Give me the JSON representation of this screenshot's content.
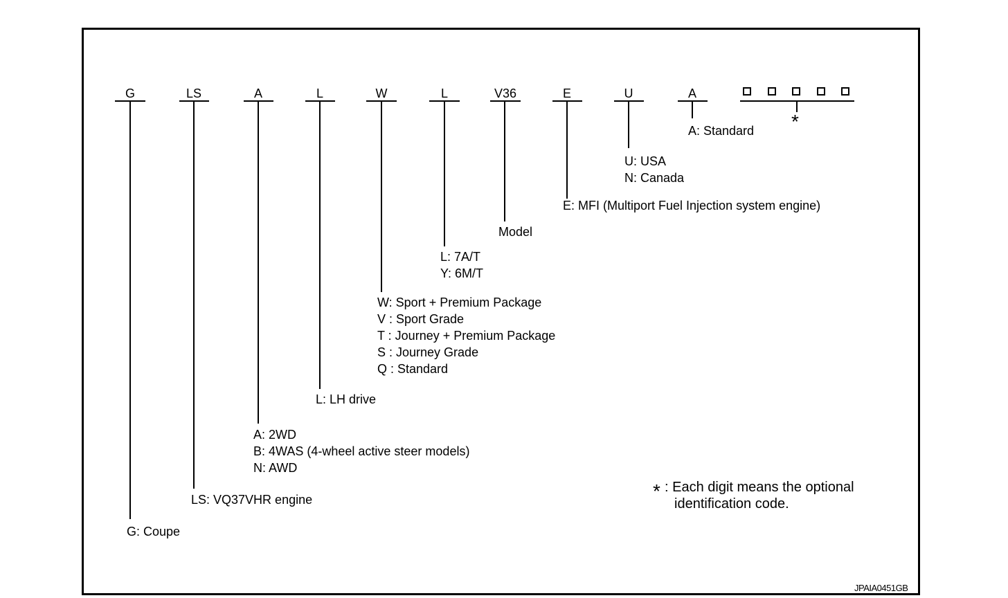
{
  "fields": [
    {
      "id": "g",
      "code": "G",
      "lines": [
        "G: Coupe"
      ]
    },
    {
      "id": "ls",
      "code": "LS",
      "lines": [
        "LS: VQ37VHR engine"
      ]
    },
    {
      "id": "a1",
      "code": "A",
      "lines": [
        "A: 2WD",
        "B: 4WAS (4-wheel active steer models)",
        "N: AWD"
      ]
    },
    {
      "id": "l1",
      "code": "L",
      "lines": [
        "L: LH drive"
      ]
    },
    {
      "id": "w",
      "code": "W",
      "lines": [
        "W: Sport + Premium Package",
        "V : Sport Grade",
        "T : Journey + Premium Package",
        "S : Journey Grade",
        "Q : Standard"
      ]
    },
    {
      "id": "l2",
      "code": "L",
      "lines": [
        "L: 7A/T",
        "Y: 6M/T"
      ]
    },
    {
      "id": "v36",
      "code": "V36",
      "lines": [
        "Model"
      ]
    },
    {
      "id": "e",
      "code": "E",
      "lines": [
        "E: MFI (Multiport Fuel Injection system engine)"
      ]
    },
    {
      "id": "u",
      "code": "U",
      "lines": [
        "U: USA",
        "N: Canada"
      ]
    },
    {
      "id": "a2",
      "code": "A",
      "lines": [
        "A: Standard"
      ]
    }
  ],
  "optional_code": {
    "box_count": 5,
    "marker": "*"
  },
  "footnote": {
    "marker": "*",
    "lines": [
      "Each digit means the optional",
      "identification code."
    ]
  },
  "figure_id": "JPAIA0451GB"
}
